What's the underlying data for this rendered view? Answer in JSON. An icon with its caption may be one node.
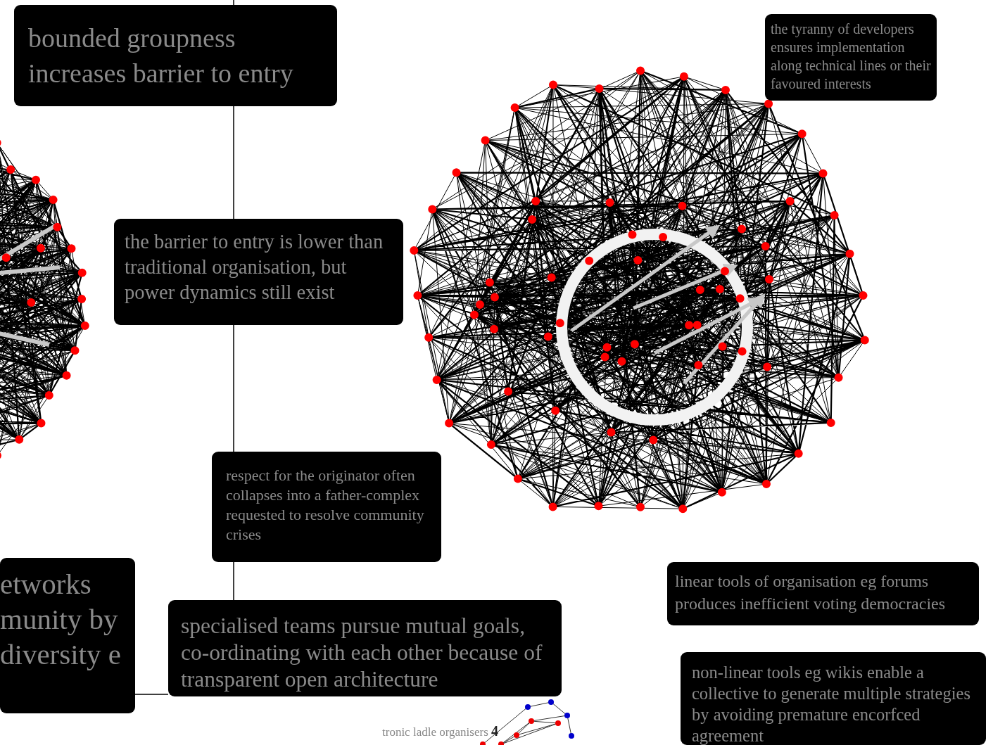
{
  "diagram": {
    "nodes": [
      {
        "text": [
          "bounded groupness increases barrier to entry"
        ]
      },
      {
        "text": [
          "the tyranny of developers ensures implementation along technical lines or their favoured interests"
        ]
      },
      {
        "text": [
          "the barrier to entry is lower than traditional organisation, but power dynamics still exist"
        ]
      },
      {
        "text": [
          "respect for the originator often collapses into a father-complex requested to resolve community crises"
        ]
      },
      {
        "text": [
          "linear tools of organisation eg forums produces inefficient voting democracies"
        ]
      },
      {
        "text": [
          "etworks munity by diversity e"
        ]
      },
      {
        "text": [
          "specialised teams pursue mutual goals, co-ordinating with each other because of transparent open architecture"
        ]
      },
      {
        "text": [
          "non-linear tools eg wikis enable a collective to generate multiple strategies by avoiding premature encorfced agreement"
        ]
      }
    ],
    "edges": [
      {
        "from": null,
        "to": 0,
        "arrow": "none"
      },
      {
        "from": 0,
        "to": 2,
        "arrow": "none"
      },
      {
        "from": 2,
        "to": 3,
        "arrow": "none"
      },
      {
        "from": 3,
        "to": 6,
        "arrow": "none"
      },
      {
        "from": 5,
        "to": 6,
        "arrow": "none"
      }
    ],
    "labels": [
      "tronic ladle organisers **4**"
    ]
  }
}
